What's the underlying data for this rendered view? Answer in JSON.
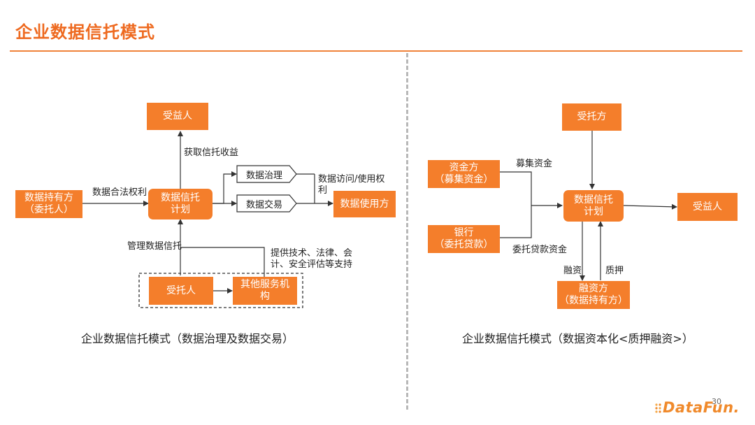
{
  "title": "企业数据信托模式",
  "page_number": "30",
  "logo": "DataFun.",
  "left": {
    "caption": "企业数据信托模式（数据治理及数据交易）",
    "nodes": {
      "beneficiary": "受益人",
      "data_owner": [
        "数据持有方",
        "（委托人）"
      ],
      "trust_plan": [
        "数据信托",
        "计划"
      ],
      "governance": "数据治理",
      "trading": "数据交易",
      "data_user": "数据使用方",
      "trustee": "受托人",
      "service_provider": [
        "其他服务机",
        "构"
      ]
    },
    "labels": {
      "income": "获取信托收益",
      "legal_rights": "数据合法权利",
      "access_rights": [
        "数据访问/使用权",
        "利"
      ],
      "manage": "管理数据信托",
      "support": [
        "提供技术、法律、会",
        "计、安全评估等支持"
      ]
    }
  },
  "right": {
    "caption": "企业数据信托模式（数据资本化<质押融资>）",
    "nodes": {
      "trustor": "受托方",
      "investor": [
        "资金方",
        "（募集资金）"
      ],
      "bank": [
        "银行",
        "（委托贷款）"
      ],
      "trust_plan": [
        "数据信托",
        "计划"
      ],
      "beneficiary": "受益人",
      "financier": [
        "融资方",
        "（数据持有方）"
      ]
    },
    "labels": {
      "raise_funds": "募集资金",
      "entrusted_loan": "委托贷款资金",
      "financing": "融资",
      "pledge": "质押"
    }
  },
  "colors": {
    "accent": "#f47e2b",
    "title": "#ee6a20",
    "rule": "#f0823a",
    "divider": "#b8b8b8"
  }
}
